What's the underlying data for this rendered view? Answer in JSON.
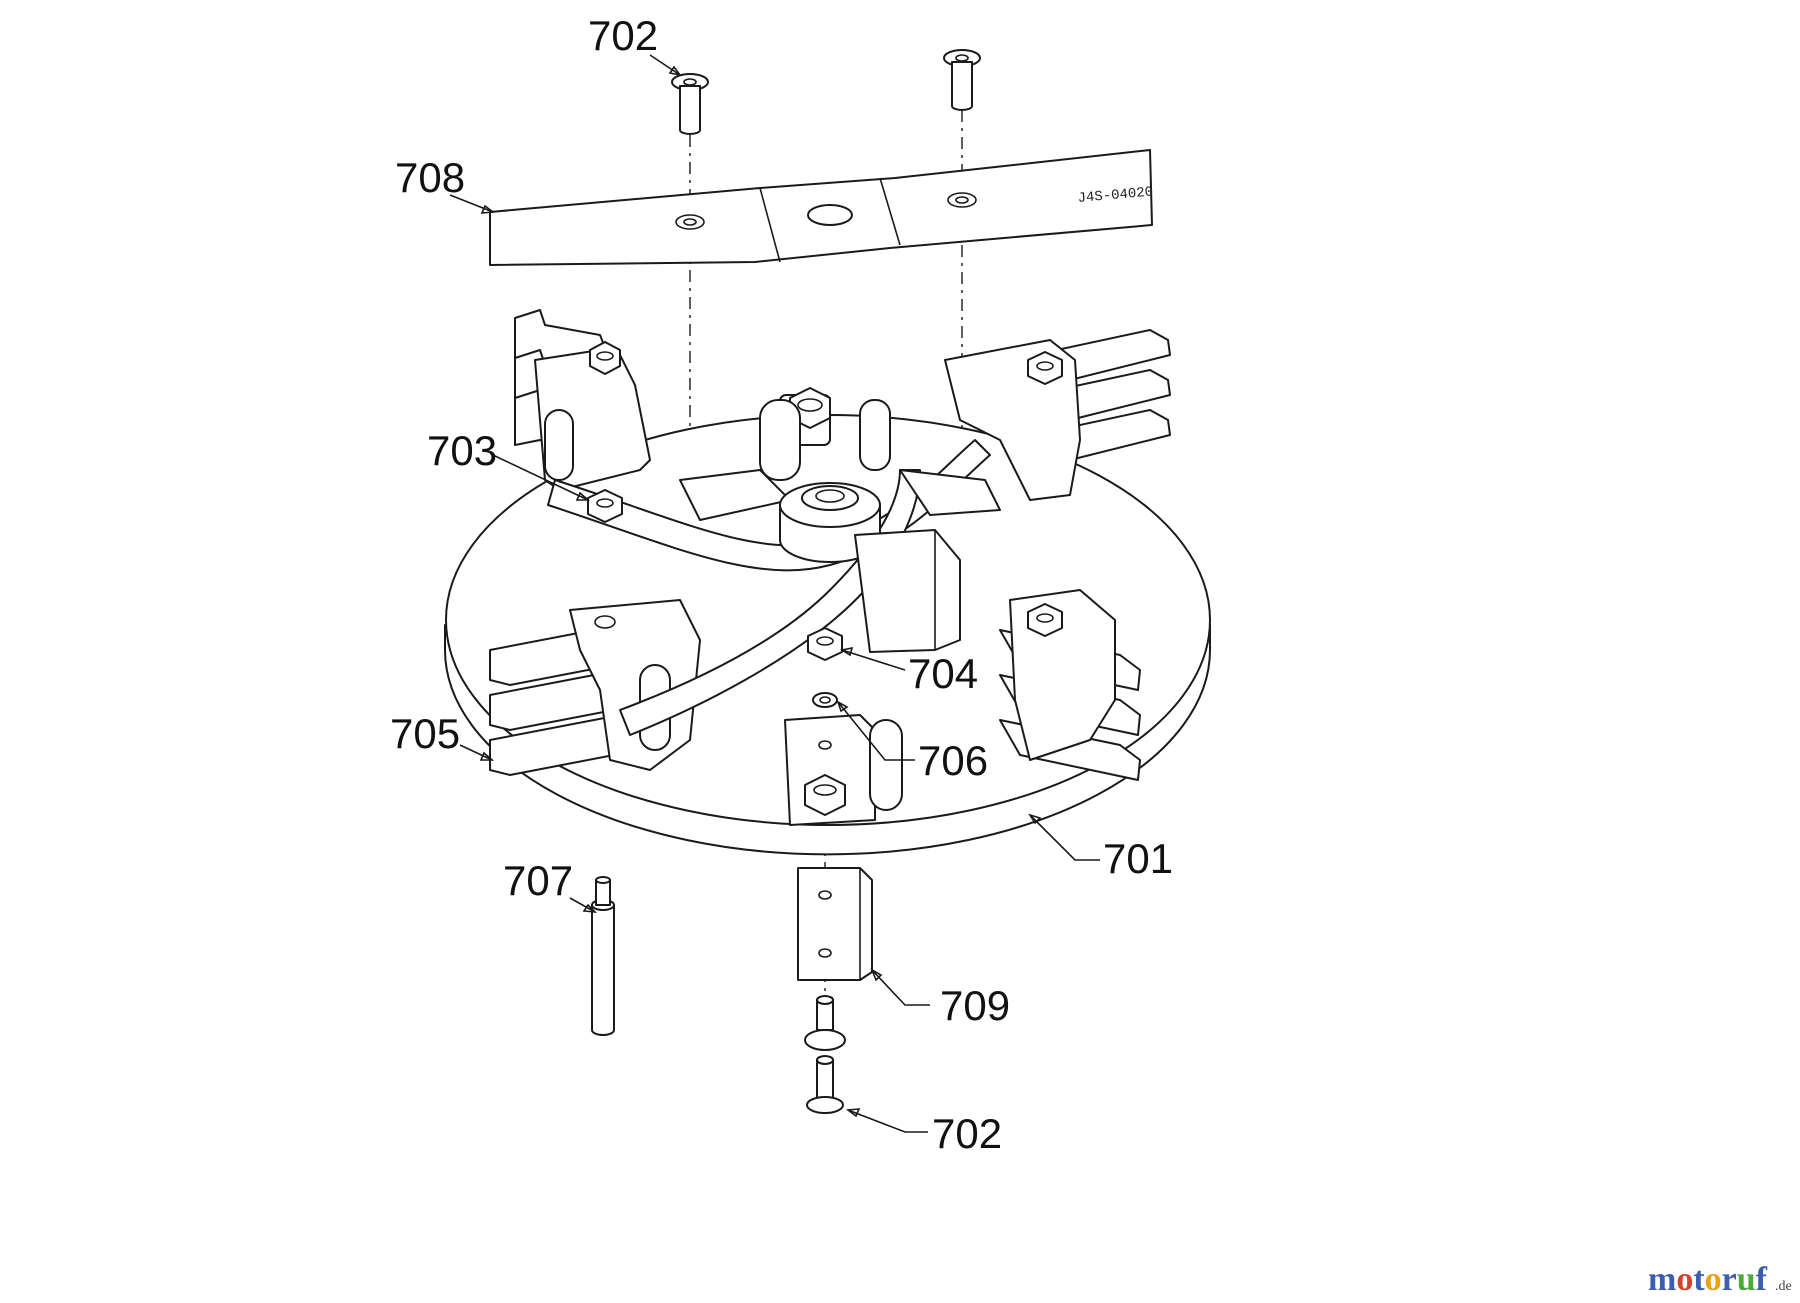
{
  "diagram": {
    "labels": {
      "702_top": "702",
      "708": "708",
      "703": "703",
      "704": "704",
      "705": "705",
      "706": "706",
      "701": "701",
      "707": "707",
      "709": "709",
      "702_bottom": "702"
    },
    "blade_marking": "J4S-04020"
  },
  "watermark": {
    "text_letters": [
      "m",
      "o",
      "t",
      "o",
      "r",
      "u",
      "f"
    ],
    "letter_colors": [
      "#3b5fae",
      "#d9402b",
      "#3b5fae",
      "#e8a317",
      "#3b5fae",
      "#4caa3c",
      "#3b5fae"
    ],
    "suffix": ".de"
  }
}
